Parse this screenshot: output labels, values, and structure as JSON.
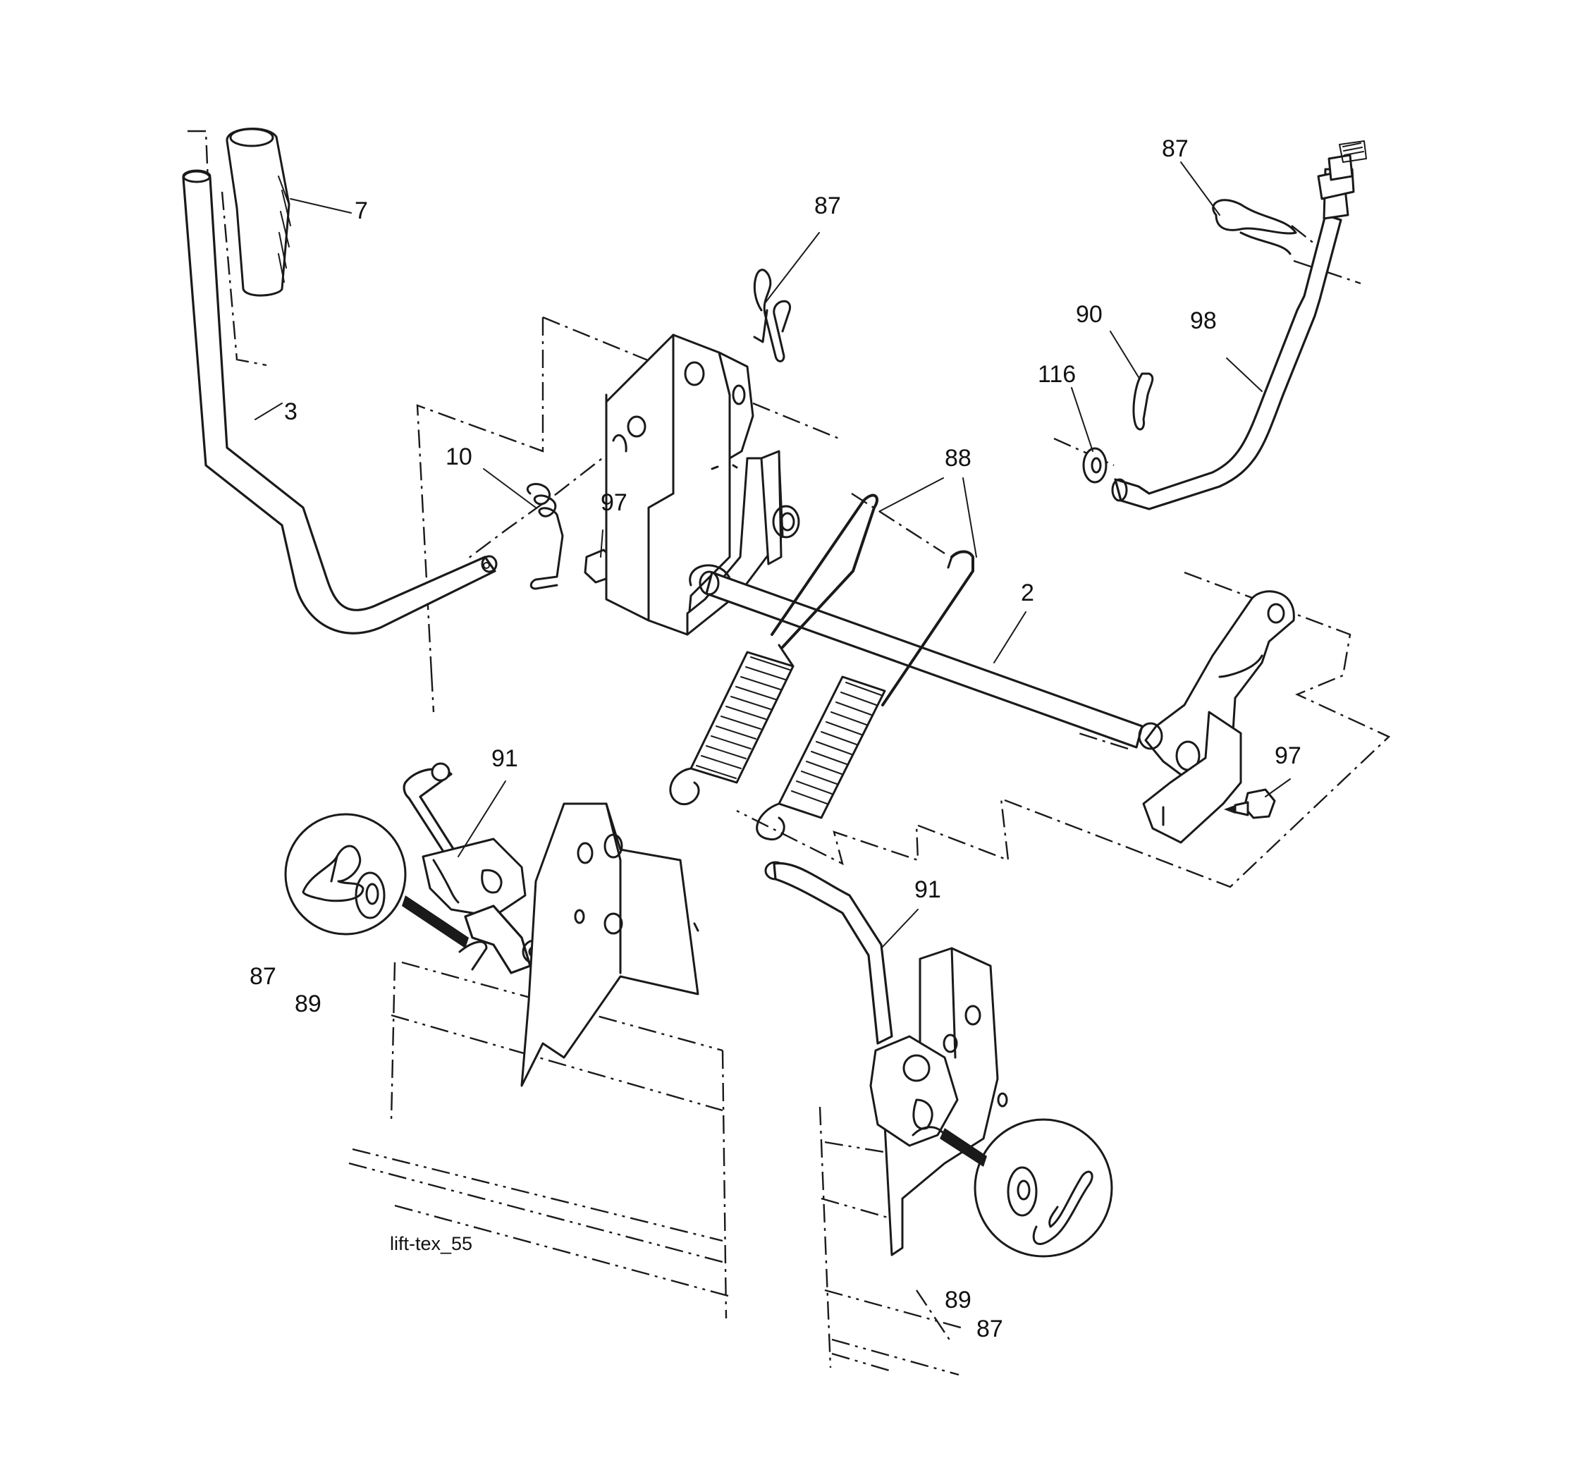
{
  "diagram": {
    "caption": "lift-tex_55",
    "callouts": [
      {
        "id": "c7",
        "text": "7"
      },
      {
        "id": "c3",
        "text": "3"
      },
      {
        "id": "c10",
        "text": "10"
      },
      {
        "id": "c97a",
        "text": "97"
      },
      {
        "id": "c87a",
        "text": "87"
      },
      {
        "id": "c88",
        "text": "88"
      },
      {
        "id": "c2",
        "text": "2"
      },
      {
        "id": "c87b",
        "text": "87"
      },
      {
        "id": "c90",
        "text": "90"
      },
      {
        "id": "c98",
        "text": "98"
      },
      {
        "id": "c116",
        "text": "116"
      },
      {
        "id": "c97b",
        "text": "97"
      },
      {
        "id": "c91a",
        "text": "91"
      },
      {
        "id": "c87c",
        "text": "87"
      },
      {
        "id": "c89a",
        "text": "89"
      },
      {
        "id": "c91b",
        "text": "91"
      },
      {
        "id": "c89b",
        "text": "89"
      },
      {
        "id": "c87d",
        "text": "87"
      }
    ]
  }
}
